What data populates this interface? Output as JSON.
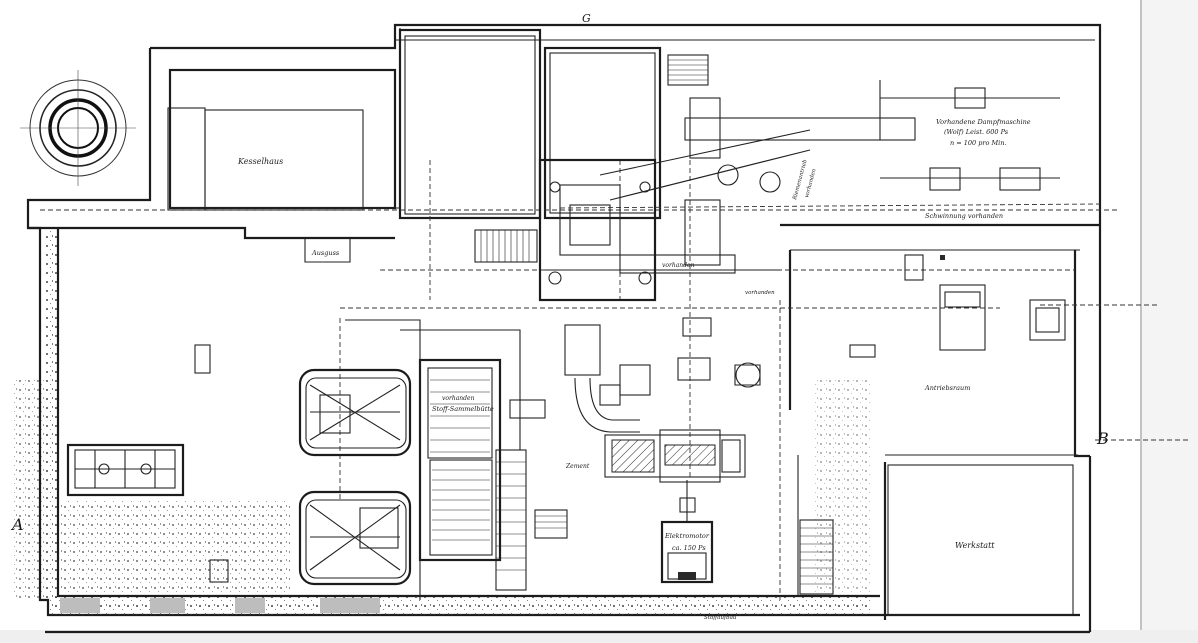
{
  "plan": {
    "labels": {
      "kesselhaus": "Kesselhaus",
      "ausguss": "Ausguss",
      "vorhandene_dampfmaschine_1": "Vorhandene Dampfmaschine",
      "vorhandene_dampfmaschine_2": "(Wolf) Leist. 600 Ps",
      "vorhandene_dampfmaschine_3": "n = 100 pro Min.",
      "schwinnung": "Schwinnung vorhanden",
      "vorhanden_1": "vorhanden",
      "vorhanden_2": "vorhanden",
      "vorhanden_3": "vorhanden",
      "stoff_sammelbuette": "Stoff-Sammelbütte",
      "antriebsraum": "Antriebsraum",
      "werkstatt": "Werkstatt",
      "elektromotor_1": "Elektromotor",
      "elektromotor_2": "ca. 150 Ps",
      "zement": "Zement",
      "mark_a": "A",
      "mark_b": "B",
      "mark_top": "G",
      "bottom_note": "Stoffaufbau",
      "diag_label_1": "Riemenantrieb",
      "diag_label_2": "vorhanden"
    }
  }
}
